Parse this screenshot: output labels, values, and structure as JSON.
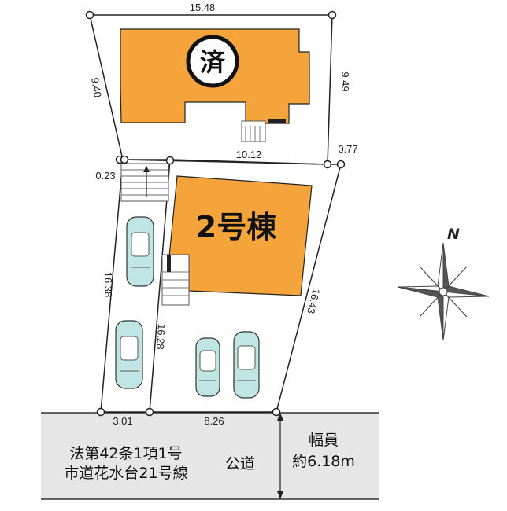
{
  "dimensions": {
    "top": "15.48",
    "left_upper": "9.40",
    "right_upper": "9.49",
    "middle": "10.12",
    "offset_right": "0.77",
    "offset_left": "0.23",
    "drive_left": "16.38",
    "drive_right": "16.28",
    "lot_right": "16.43",
    "front_drive": "3.01",
    "front_lot": "8.26"
  },
  "labels": {
    "existing_mark": "済",
    "building": "2号棟",
    "compass": "N"
  },
  "road": {
    "line1": "法第42条1項1号",
    "line2": "市道花水台21号線",
    "type": "公道",
    "width_label": "幅員",
    "width_value": "約6.18m"
  },
  "colors": {
    "building": "#F5A43B",
    "road": "#E6E6E6",
    "car": "#BFE6E4"
  }
}
